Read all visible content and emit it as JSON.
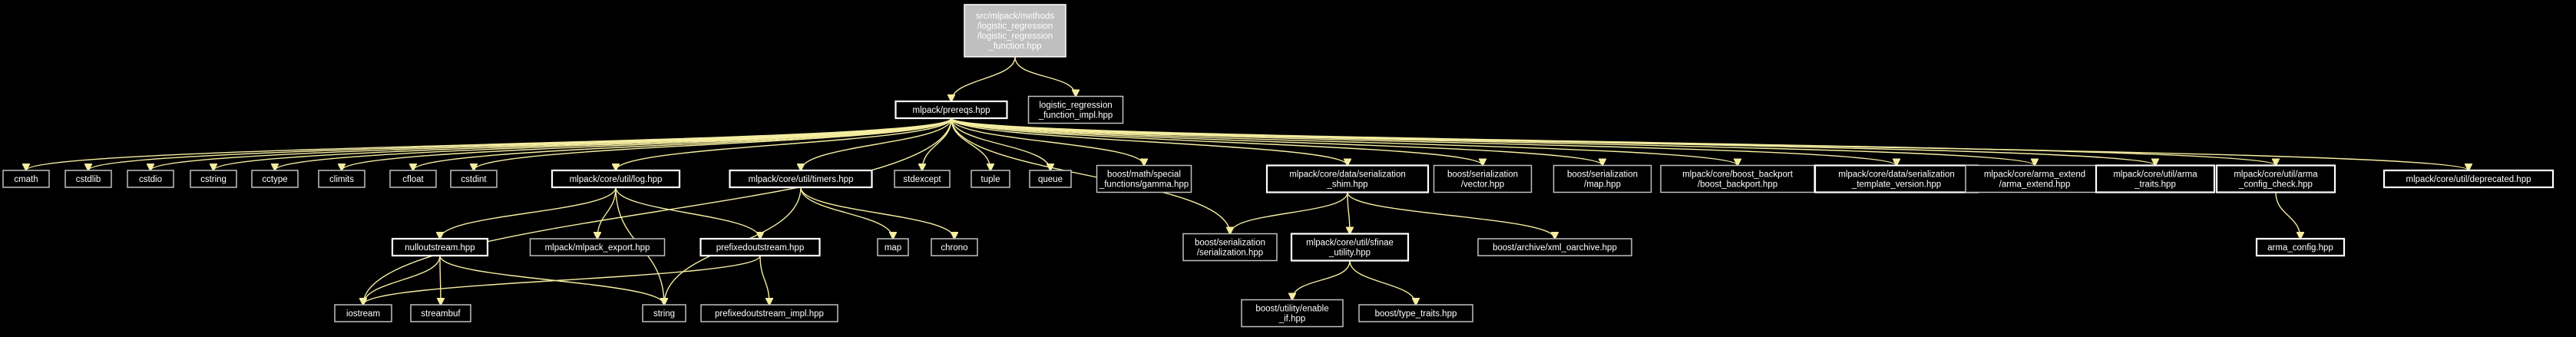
{
  "graph": {
    "colors": {
      "background": "#000000",
      "edge": "#f5eda0",
      "node_text": "#ffffff",
      "node_border": "#bfbfbf",
      "root_fill": "#bfbfbf"
    },
    "nodes": [
      {
        "id": "root",
        "lines": [
          "src/mlpack/methods",
          "/logistic_regression",
          "/logistic_regression",
          "_function.hpp"
        ],
        "style": "root"
      },
      {
        "id": "prereqs",
        "lines": [
          "mlpack/prereqs.hpp"
        ],
        "style": "linked"
      },
      {
        "id": "lr_impl",
        "lines": [
          "logistic_regression",
          "_function_impl.hpp"
        ],
        "style": "plain"
      },
      {
        "id": "cmath",
        "lines": [
          "cmath"
        ],
        "style": "plain"
      },
      {
        "id": "cstdlib",
        "lines": [
          "cstdlib"
        ],
        "style": "plain"
      },
      {
        "id": "cstdio",
        "lines": [
          "cstdio"
        ],
        "style": "plain"
      },
      {
        "id": "cstring",
        "lines": [
          "cstring"
        ],
        "style": "plain"
      },
      {
        "id": "cctype",
        "lines": [
          "cctype"
        ],
        "style": "plain"
      },
      {
        "id": "climits",
        "lines": [
          "climits"
        ],
        "style": "plain"
      },
      {
        "id": "cfloat",
        "lines": [
          "cfloat"
        ],
        "style": "plain"
      },
      {
        "id": "cstdint",
        "lines": [
          "cstdint"
        ],
        "style": "plain"
      },
      {
        "id": "log",
        "lines": [
          "mlpack/core/util/log.hpp"
        ],
        "style": "linked"
      },
      {
        "id": "timers",
        "lines": [
          "mlpack/core/util/timers.hpp"
        ],
        "style": "linked"
      },
      {
        "id": "stdexcept",
        "lines": [
          "stdexcept"
        ],
        "style": "plain"
      },
      {
        "id": "tuple",
        "lines": [
          "tuple"
        ],
        "style": "plain"
      },
      {
        "id": "queue",
        "lines": [
          "queue"
        ],
        "style": "plain"
      },
      {
        "id": "gamma",
        "lines": [
          "boost/math/special",
          "_functions/gamma.hpp"
        ],
        "style": "plain"
      },
      {
        "id": "shim",
        "lines": [
          "mlpack/core/data/serialization",
          "_shim.hpp"
        ],
        "style": "linked"
      },
      {
        "id": "vector",
        "lines": [
          "boost/serialization",
          "/vector.hpp"
        ],
        "style": "plain"
      },
      {
        "id": "map_ser",
        "lines": [
          "boost/serialization",
          "/map.hpp"
        ],
        "style": "plain"
      },
      {
        "id": "backport",
        "lines": [
          "mlpack/core/boost_backport",
          "/boost_backport.hpp"
        ],
        "style": "plain"
      },
      {
        "id": "template_version",
        "lines": [
          "mlpack/core/data/serialization",
          "_template_version.hpp"
        ],
        "style": "linked"
      },
      {
        "id": "arma_extend",
        "lines": [
          "mlpack/core/arma_extend",
          "/arma_extend.hpp"
        ],
        "style": "plain"
      },
      {
        "id": "arma_traits",
        "lines": [
          "mlpack/core/util/arma",
          "_traits.hpp"
        ],
        "style": "linked"
      },
      {
        "id": "arma_config_check",
        "lines": [
          "mlpack/core/util/arma",
          "_config_check.hpp"
        ],
        "style": "linked"
      },
      {
        "id": "deprecated",
        "lines": [
          "mlpack/core/util/deprecated.hpp"
        ],
        "style": "linked"
      },
      {
        "id": "iostream",
        "lines": [
          "iostream"
        ],
        "style": "plain"
      },
      {
        "id": "nulloutstream",
        "lines": [
          "nulloutstream.hpp"
        ],
        "style": "linked"
      },
      {
        "id": "export",
        "lines": [
          "mlpack/mlpack_export.hpp"
        ],
        "style": "plain"
      },
      {
        "id": "prefixedoutstream",
        "lines": [
          "prefixedoutstream.hpp"
        ],
        "style": "linked"
      },
      {
        "id": "map",
        "lines": [
          "map"
        ],
        "style": "plain"
      },
      {
        "id": "chrono",
        "lines": [
          "chrono"
        ],
        "style": "plain"
      },
      {
        "id": "boost_serialization",
        "lines": [
          "boost/serialization",
          "/serialization.hpp"
        ],
        "style": "plain"
      },
      {
        "id": "sfinae",
        "lines": [
          "mlpack/core/util/sfinae",
          "_utility.hpp"
        ],
        "style": "linked"
      },
      {
        "id": "xml_oarchive",
        "lines": [
          "boost/archive/xml_oarchive.hpp"
        ],
        "style": "plain"
      },
      {
        "id": "arma_config",
        "lines": [
          "arma_config.hpp"
        ],
        "style": "linked"
      },
      {
        "id": "streambuf",
        "lines": [
          "streambuf"
        ],
        "style": "plain"
      },
      {
        "id": "string",
        "lines": [
          "string"
        ],
        "style": "plain"
      },
      {
        "id": "prefixedoutstream_impl",
        "lines": [
          "prefixedoutstream_impl.hpp"
        ],
        "style": "plain"
      },
      {
        "id": "enable_if",
        "lines": [
          "boost/utility/enable",
          "_if.hpp"
        ],
        "style": "plain"
      },
      {
        "id": "type_traits",
        "lines": [
          "boost/type_traits.hpp"
        ],
        "style": "plain"
      }
    ],
    "edges": [
      [
        "root",
        "prereqs"
      ],
      [
        "root",
        "lr_impl"
      ],
      [
        "prereqs",
        "cmath"
      ],
      [
        "prereqs",
        "cstdlib"
      ],
      [
        "prereqs",
        "cstdio"
      ],
      [
        "prereqs",
        "cstring"
      ],
      [
        "prereqs",
        "cctype"
      ],
      [
        "prereqs",
        "climits"
      ],
      [
        "prereqs",
        "cfloat"
      ],
      [
        "prereqs",
        "cstdint"
      ],
      [
        "prereqs",
        "log"
      ],
      [
        "prereqs",
        "timers"
      ],
      [
        "prereqs",
        "stdexcept"
      ],
      [
        "prereqs",
        "tuple"
      ],
      [
        "prereqs",
        "queue"
      ],
      [
        "prereqs",
        "gamma"
      ],
      [
        "prereqs",
        "shim"
      ],
      [
        "prereqs",
        "vector"
      ],
      [
        "prereqs",
        "map_ser"
      ],
      [
        "prereqs",
        "backport"
      ],
      [
        "prereqs",
        "template_version"
      ],
      [
        "prereqs",
        "arma_extend"
      ],
      [
        "prereqs",
        "arma_traits"
      ],
      [
        "prereqs",
        "arma_config_check"
      ],
      [
        "prereqs",
        "deprecated"
      ],
      [
        "prereqs",
        "iostream"
      ],
      [
        "prereqs",
        "boost_serialization"
      ],
      [
        "log",
        "nulloutstream"
      ],
      [
        "log",
        "export"
      ],
      [
        "log",
        "prefixedoutstream"
      ],
      [
        "log",
        "string"
      ],
      [
        "nulloutstream",
        "iostream"
      ],
      [
        "nulloutstream",
        "streambuf"
      ],
      [
        "nulloutstream",
        "string"
      ],
      [
        "prefixedoutstream",
        "iostream"
      ],
      [
        "prefixedoutstream",
        "prefixedoutstream_impl"
      ],
      [
        "timers",
        "map"
      ],
      [
        "timers",
        "chrono"
      ],
      [
        "timers",
        "string"
      ],
      [
        "shim",
        "boost_serialization"
      ],
      [
        "shim",
        "sfinae"
      ],
      [
        "shim",
        "xml_oarchive"
      ],
      [
        "sfinae",
        "enable_if"
      ],
      [
        "sfinae",
        "type_traits"
      ],
      [
        "arma_config_check",
        "arma_config"
      ]
    ]
  }
}
